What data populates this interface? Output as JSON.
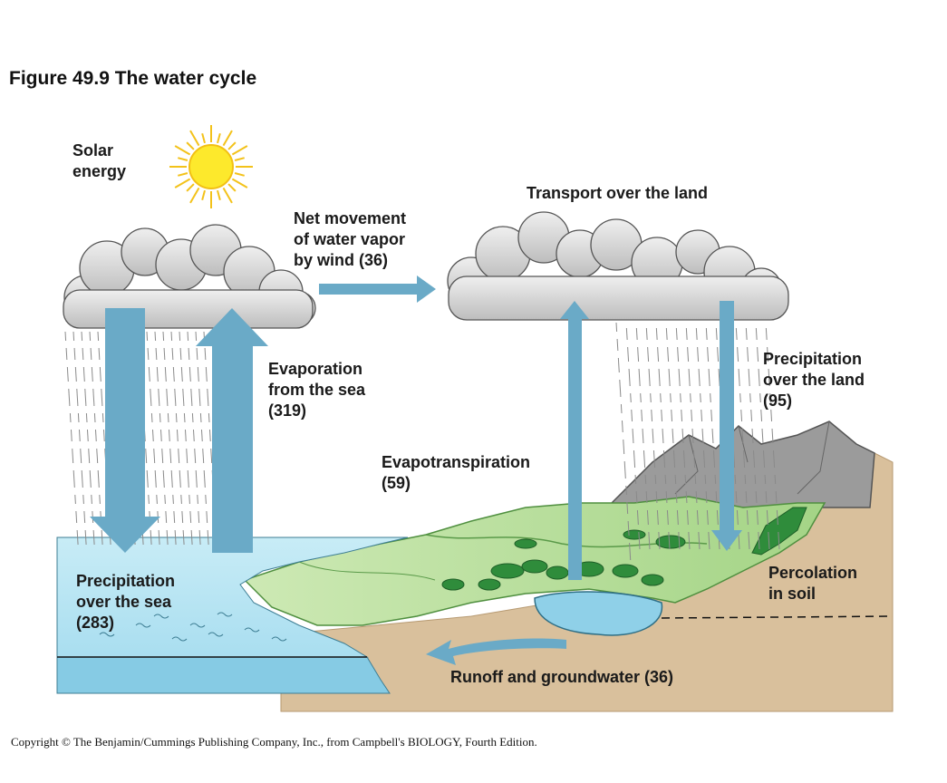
{
  "figure": {
    "title": "Figure 49.9  The water cycle",
    "copyright": "Copyright © The Benjamin/Cummings Publishing Company, Inc., from Campbell's BIOLOGY, Fourth Edition."
  },
  "labels": {
    "solar": [
      "Solar",
      "energy"
    ],
    "transport": [
      "Transport over the land"
    ],
    "net_movement": [
      "Net movement",
      "of water vapor",
      "by wind (36)"
    ],
    "evaporation": [
      "Evaporation",
      "from the sea",
      "(319)"
    ],
    "precip_land": [
      "Precipitation",
      "over the land",
      "(95)"
    ],
    "evapotranspiration": [
      "Evapotranspiration",
      "(59)"
    ],
    "precip_sea": [
      "Precipitation",
      "over the sea",
      "(283)"
    ],
    "percolation": [
      "Percolation",
      "in soil"
    ],
    "runoff": [
      "Runoff and groundwater (36)"
    ]
  },
  "colors": {
    "arrow": "#6aaac7",
    "sea": "#bfe6f2",
    "sea_deep": "#7fc6e0",
    "land_green": "#a8d68a",
    "land_green_dark": "#5aa84c",
    "soil": "#d8bf9a",
    "mountain": "#8f8f8f",
    "sun": "#fde92c",
    "cloud": "#d9d9d9"
  }
}
